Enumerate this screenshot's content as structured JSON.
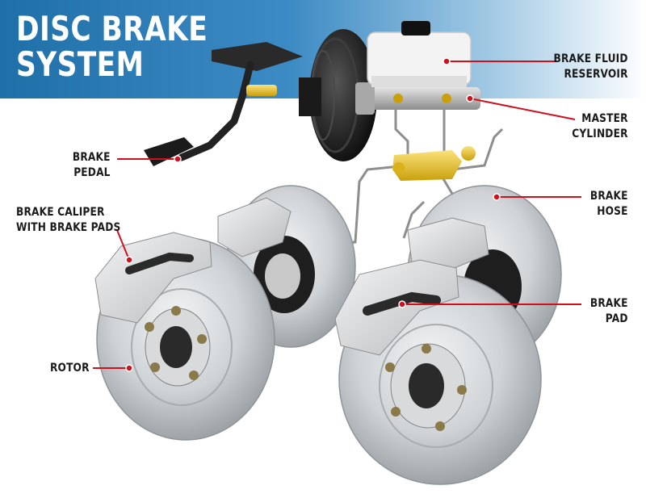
{
  "title": {
    "line1": "DISC BRAKE",
    "line2": "SYSTEM"
  },
  "labels": {
    "brake_fluid_reservoir": {
      "line1": "BRAKE FLUID",
      "line2": "RESERVOIR"
    },
    "master_cylinder": {
      "line1": "MASTER",
      "line2": "CYLINDER"
    },
    "brake_pedal": {
      "line1": "BRAKE",
      "line2": "PEDAL"
    },
    "brake_hose": {
      "line1": "BRAKE",
      "line2": "HOSE"
    },
    "brake_caliper": {
      "line1": "BRAKE CALIPER",
      "line2": "WITH BRAKE PADS"
    },
    "brake_pad": {
      "line1": "BRAKE",
      "line2": "PAD"
    },
    "rotor": {
      "line1": "ROTOR"
    }
  },
  "colors": {
    "title_band": "#2f7fbc",
    "leader_line": "#d0101c",
    "label_text": "#1a1a1a",
    "rotor": "#c9cdd1",
    "brass_fitting": "#e8c418"
  }
}
